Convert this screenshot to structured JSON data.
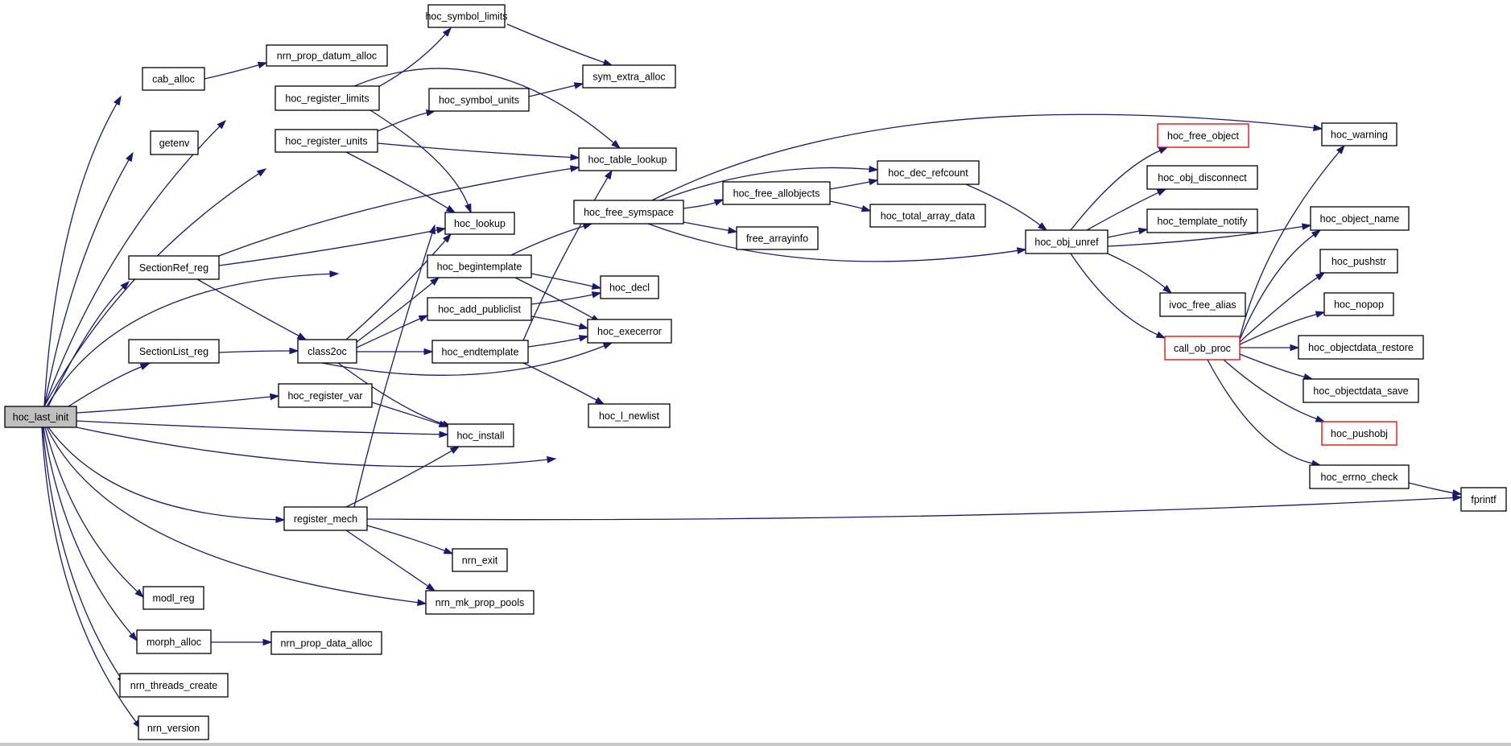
{
  "graph": {
    "root": "hoc_last_init",
    "nodes": [
      {
        "id": "hoc_last_init",
        "label": "hoc_last_init",
        "root": true
      },
      {
        "id": "cab_alloc",
        "label": "cab_alloc"
      },
      {
        "id": "nrn_prop_datum_alloc",
        "label": "nrn_prop_datum_alloc"
      },
      {
        "id": "getenv",
        "label": "getenv"
      },
      {
        "id": "hoc_symbol_limits",
        "label": "hoc_symbol_limits"
      },
      {
        "id": "sym_extra_alloc",
        "label": "sym_extra_alloc"
      },
      {
        "id": "hoc_register_limits",
        "label": "hoc_register_limits"
      },
      {
        "id": "hoc_symbol_units",
        "label": "hoc_symbol_units"
      },
      {
        "id": "hoc_register_units",
        "label": "hoc_register_units"
      },
      {
        "id": "hoc_table_lookup",
        "label": "hoc_table_lookup"
      },
      {
        "id": "hoc_lookup",
        "label": "hoc_lookup"
      },
      {
        "id": "SectionRef_reg",
        "label": "SectionRef_reg"
      },
      {
        "id": "hoc_begintemplate",
        "label": "hoc_begintemplate"
      },
      {
        "id": "hoc_decl",
        "label": "hoc_decl"
      },
      {
        "id": "hoc_add_publiclist",
        "label": "hoc_add_publiclist"
      },
      {
        "id": "hoc_execerror",
        "label": "hoc_execerror"
      },
      {
        "id": "SectionList_reg",
        "label": "SectionList_reg"
      },
      {
        "id": "class2oc",
        "label": "class2oc"
      },
      {
        "id": "hoc_endtemplate",
        "label": "hoc_endtemplate"
      },
      {
        "id": "hoc_register_var",
        "label": "hoc_register_var"
      },
      {
        "id": "hoc_l_newlist",
        "label": "hoc_l_newlist"
      },
      {
        "id": "hoc_install",
        "label": "hoc_install"
      },
      {
        "id": "register_mech",
        "label": "register_mech"
      },
      {
        "id": "nrn_exit",
        "label": "nrn_exit"
      },
      {
        "id": "nrn_mk_prop_pools",
        "label": "nrn_mk_prop_pools"
      },
      {
        "id": "modl_reg",
        "label": "modl_reg"
      },
      {
        "id": "morph_alloc",
        "label": "morph_alloc"
      },
      {
        "id": "nrn_prop_data_alloc",
        "label": "nrn_prop_data_alloc"
      },
      {
        "id": "nrn_threads_create",
        "label": "nrn_threads_create"
      },
      {
        "id": "nrn_version",
        "label": "nrn_version"
      },
      {
        "id": "hoc_free_symspace",
        "label": "hoc_free_symspace"
      },
      {
        "id": "hoc_free_allobjects",
        "label": "hoc_free_allobjects"
      },
      {
        "id": "hoc_dec_refcount",
        "label": "hoc_dec_refcount"
      },
      {
        "id": "hoc_total_array_data",
        "label": "hoc_total_array_data"
      },
      {
        "id": "free_arrayinfo",
        "label": "free_arrayinfo"
      },
      {
        "id": "hoc_obj_unref",
        "label": "hoc_obj_unref"
      },
      {
        "id": "hoc_free_object",
        "label": "hoc_free_object",
        "truncated": true
      },
      {
        "id": "hoc_obj_disconnect",
        "label": "hoc_obj_disconnect"
      },
      {
        "id": "hoc_template_notify",
        "label": "hoc_template_notify"
      },
      {
        "id": "ivoc_free_alias",
        "label": "ivoc_free_alias"
      },
      {
        "id": "call_ob_proc",
        "label": "call_ob_proc",
        "truncated": true
      },
      {
        "id": "hoc_warning",
        "label": "hoc_warning"
      },
      {
        "id": "hoc_object_name",
        "label": "hoc_object_name"
      },
      {
        "id": "hoc_pushstr",
        "label": "hoc_pushstr"
      },
      {
        "id": "hoc_nopop",
        "label": "hoc_nopop"
      },
      {
        "id": "hoc_objectdata_restore",
        "label": "hoc_objectdata_restore"
      },
      {
        "id": "hoc_objectdata_save",
        "label": "hoc_objectdata_save"
      },
      {
        "id": "hoc_pushobj",
        "label": "hoc_pushobj",
        "truncated": true
      },
      {
        "id": "hoc_errno_check",
        "label": "hoc_errno_check"
      },
      {
        "id": "fprintf",
        "label": "fprintf"
      }
    ],
    "edges": [
      [
        "hoc_last_init",
        "cab_alloc"
      ],
      [
        "hoc_last_init",
        "getenv"
      ],
      [
        "hoc_last_init",
        "hoc_register_limits"
      ],
      [
        "hoc_last_init",
        "hoc_register_units"
      ],
      [
        "hoc_last_init",
        "SectionRef_reg"
      ],
      [
        "hoc_last_init",
        "hoc_lookup"
      ],
      [
        "hoc_last_init",
        "SectionList_reg"
      ],
      [
        "hoc_last_init",
        "hoc_register_var"
      ],
      [
        "hoc_last_init",
        "hoc_install"
      ],
      [
        "hoc_last_init",
        "hoc_l_newlist"
      ],
      [
        "hoc_last_init",
        "register_mech"
      ],
      [
        "hoc_last_init",
        "nrn_mk_prop_pools"
      ],
      [
        "hoc_last_init",
        "modl_reg"
      ],
      [
        "hoc_last_init",
        "morph_alloc"
      ],
      [
        "hoc_last_init",
        "nrn_threads_create"
      ],
      [
        "hoc_last_init",
        "nrn_version"
      ],
      [
        "cab_alloc",
        "nrn_prop_datum_alloc"
      ],
      [
        "hoc_register_limits",
        "hoc_symbol_limits"
      ],
      [
        "hoc_register_limits",
        "hoc_table_lookup"
      ],
      [
        "hoc_register_limits",
        "hoc_lookup"
      ],
      [
        "hoc_symbol_limits",
        "sym_extra_alloc"
      ],
      [
        "hoc_register_units",
        "hoc_symbol_units"
      ],
      [
        "hoc_register_units",
        "hoc_table_lookup"
      ],
      [
        "hoc_register_units",
        "hoc_lookup"
      ],
      [
        "hoc_symbol_units",
        "sym_extra_alloc"
      ],
      [
        "SectionRef_reg",
        "hoc_table_lookup"
      ],
      [
        "SectionRef_reg",
        "hoc_lookup"
      ],
      [
        "SectionRef_reg",
        "class2oc"
      ],
      [
        "SectionList_reg",
        "class2oc"
      ],
      [
        "class2oc",
        "hoc_lookup"
      ],
      [
        "class2oc",
        "hoc_begintemplate"
      ],
      [
        "class2oc",
        "hoc_add_publiclist"
      ],
      [
        "class2oc",
        "hoc_endtemplate"
      ],
      [
        "class2oc",
        "hoc_execerror"
      ],
      [
        "class2oc",
        "hoc_install"
      ],
      [
        "hoc_register_var",
        "hoc_install"
      ],
      [
        "register_mech",
        "hoc_lookup"
      ],
      [
        "register_mech",
        "hoc_install"
      ],
      [
        "register_mech",
        "nrn_exit"
      ],
      [
        "register_mech",
        "nrn_mk_prop_pools"
      ],
      [
        "register_mech",
        "fprintf"
      ],
      [
        "morph_alloc",
        "nrn_prop_data_alloc"
      ],
      [
        "hoc_begintemplate",
        "hoc_free_symspace"
      ],
      [
        "hoc_begintemplate",
        "hoc_decl"
      ],
      [
        "hoc_begintemplate",
        "hoc_execerror"
      ],
      [
        "hoc_add_publiclist",
        "hoc_decl"
      ],
      [
        "hoc_add_publiclist",
        "hoc_execerror"
      ],
      [
        "hoc_endtemplate",
        "hoc_table_lookup"
      ],
      [
        "hoc_endtemplate",
        "hoc_execerror"
      ],
      [
        "hoc_endtemplate",
        "hoc_l_newlist"
      ],
      [
        "hoc_free_symspace",
        "hoc_warning"
      ],
      [
        "hoc_free_symspace",
        "hoc_dec_refcount"
      ],
      [
        "hoc_free_symspace",
        "hoc_free_allobjects"
      ],
      [
        "hoc_free_symspace",
        "free_arrayinfo"
      ],
      [
        "hoc_free_symspace",
        "hoc_obj_unref"
      ],
      [
        "hoc_free_allobjects",
        "hoc_dec_refcount"
      ],
      [
        "hoc_free_allobjects",
        "hoc_total_array_data"
      ],
      [
        "hoc_dec_refcount",
        "hoc_obj_unref"
      ],
      [
        "hoc_obj_unref",
        "hoc_free_object"
      ],
      [
        "hoc_obj_unref",
        "hoc_obj_disconnect"
      ],
      [
        "hoc_obj_unref",
        "hoc_template_notify"
      ],
      [
        "hoc_obj_unref",
        "hoc_object_name"
      ],
      [
        "hoc_obj_unref",
        "ivoc_free_alias"
      ],
      [
        "hoc_obj_unref",
        "call_ob_proc"
      ],
      [
        "call_ob_proc",
        "hoc_warning"
      ],
      [
        "call_ob_proc",
        "hoc_object_name"
      ],
      [
        "call_ob_proc",
        "hoc_pushstr"
      ],
      [
        "call_ob_proc",
        "hoc_nopop"
      ],
      [
        "call_ob_proc",
        "hoc_objectdata_restore"
      ],
      [
        "call_ob_proc",
        "hoc_objectdata_save"
      ],
      [
        "call_ob_proc",
        "hoc_pushobj"
      ],
      [
        "call_ob_proc",
        "hoc_errno_check"
      ],
      [
        "hoc_errno_check",
        "fprintf"
      ]
    ]
  }
}
